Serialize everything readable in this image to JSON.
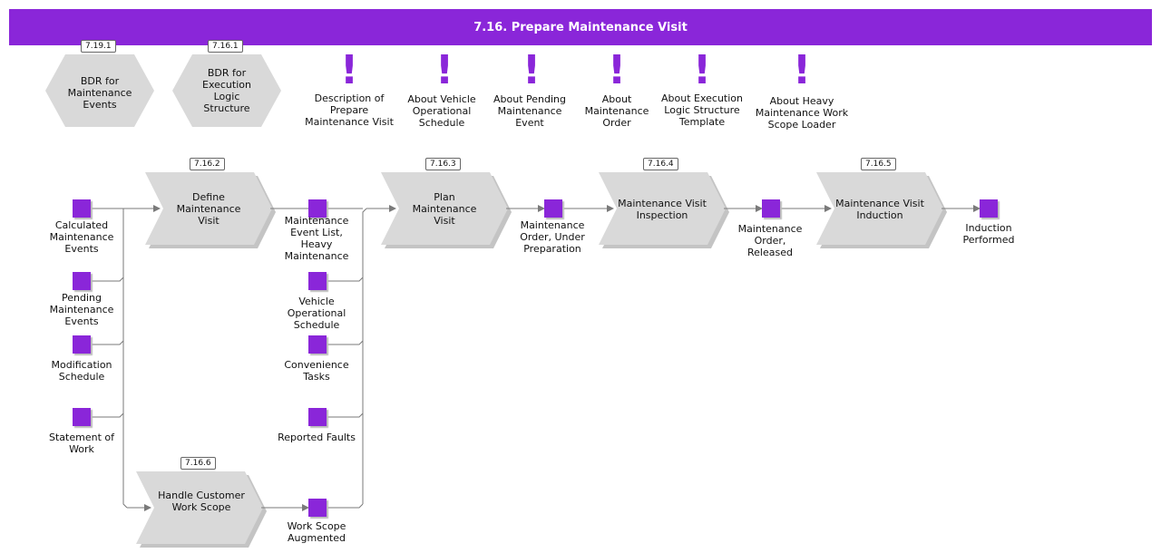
{
  "header": {
    "title": "7.16. Prepare Maintenance Visit"
  },
  "colors": {
    "accent": "#8a26d9",
    "process_fill": "#d9d9d9",
    "line": "#7a7a7a"
  },
  "bdr": [
    {
      "id": "7.19.1",
      "label": "BDR for Maintenance Events"
    },
    {
      "id": "7.16.1",
      "label": "BDR for Execution Logic Structure"
    }
  ],
  "notes": [
    {
      "label": "Description of Prepare Maintenance Visit",
      "icon": "exclamation-icon"
    },
    {
      "label": "About Vehicle Operational Schedule",
      "icon": "exclamation-icon"
    },
    {
      "label": "About Pending Maintenance Event",
      "icon": "exclamation-icon"
    },
    {
      "label": "About Maintenance Order",
      "icon": "exclamation-icon"
    },
    {
      "label": "About Execution Logic Structure Template",
      "icon": "exclamation-icon"
    },
    {
      "label": "About Heavy Maintenance Work Scope Loader",
      "icon": "exclamation-icon"
    }
  ],
  "processes": [
    {
      "id": "7.16.2",
      "label": "Define Maintenance Visit"
    },
    {
      "id": "7.16.3",
      "label": "Plan Maintenance Visit"
    },
    {
      "id": "7.16.4",
      "label": "Maintenance Visit Inspection"
    },
    {
      "id": "7.16.5",
      "label": "Maintenance Visit Induction"
    },
    {
      "id": "7.16.6",
      "label": "Handle Customer Work Scope"
    }
  ],
  "events": {
    "inputs_left": [
      "Calculated Maintenance Events",
      "Pending Maintenance Events",
      "Modification Schedule",
      "Statement of Work"
    ],
    "inputs_middle": [
      "Maintenance Event List, Heavy Maintenance",
      "Vehicle Operational Schedule",
      "Convenience Tasks",
      "Reported Faults",
      "Work Scope Augmented"
    ],
    "order_under_prep": "Maintenance Order, Under Preparation",
    "order_released": "Maintenance Order, Released",
    "induction_performed": "Induction Performed"
  }
}
